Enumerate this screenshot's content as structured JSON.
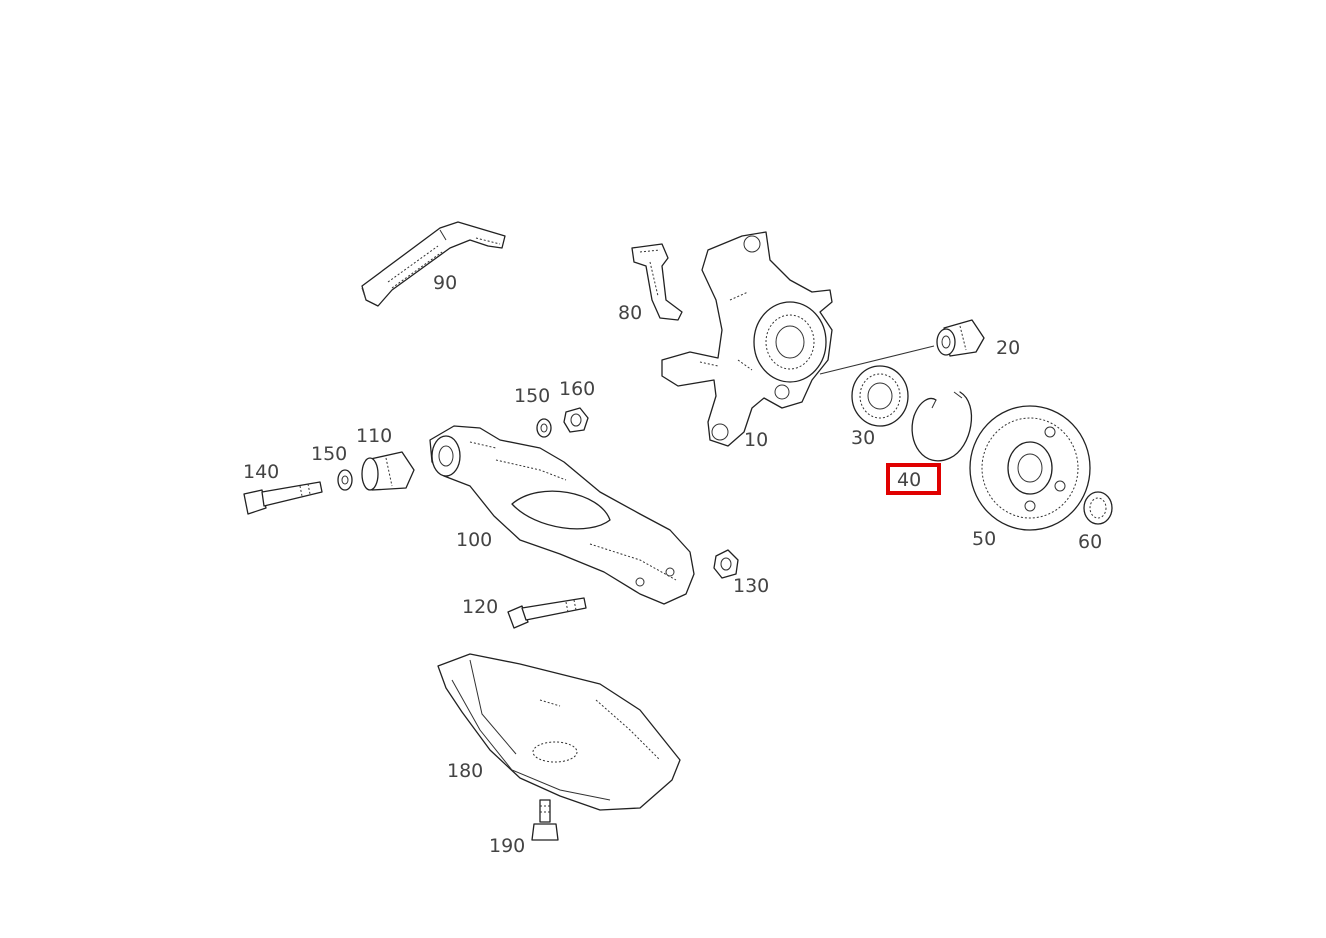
{
  "labels": {
    "p10": "10",
    "p20": "20",
    "p30": "30",
    "p40": "40",
    "p50": "50",
    "p60": "60",
    "p80": "80",
    "p90": "90",
    "p100": "100",
    "p110": "110",
    "p120": "120",
    "p130": "130",
    "p140": "140",
    "p150a": "150",
    "p150b": "150",
    "p160": "160",
    "p180": "180",
    "p190": "190"
  },
  "highlight": {
    "label": "40",
    "color": "#e00000"
  }
}
